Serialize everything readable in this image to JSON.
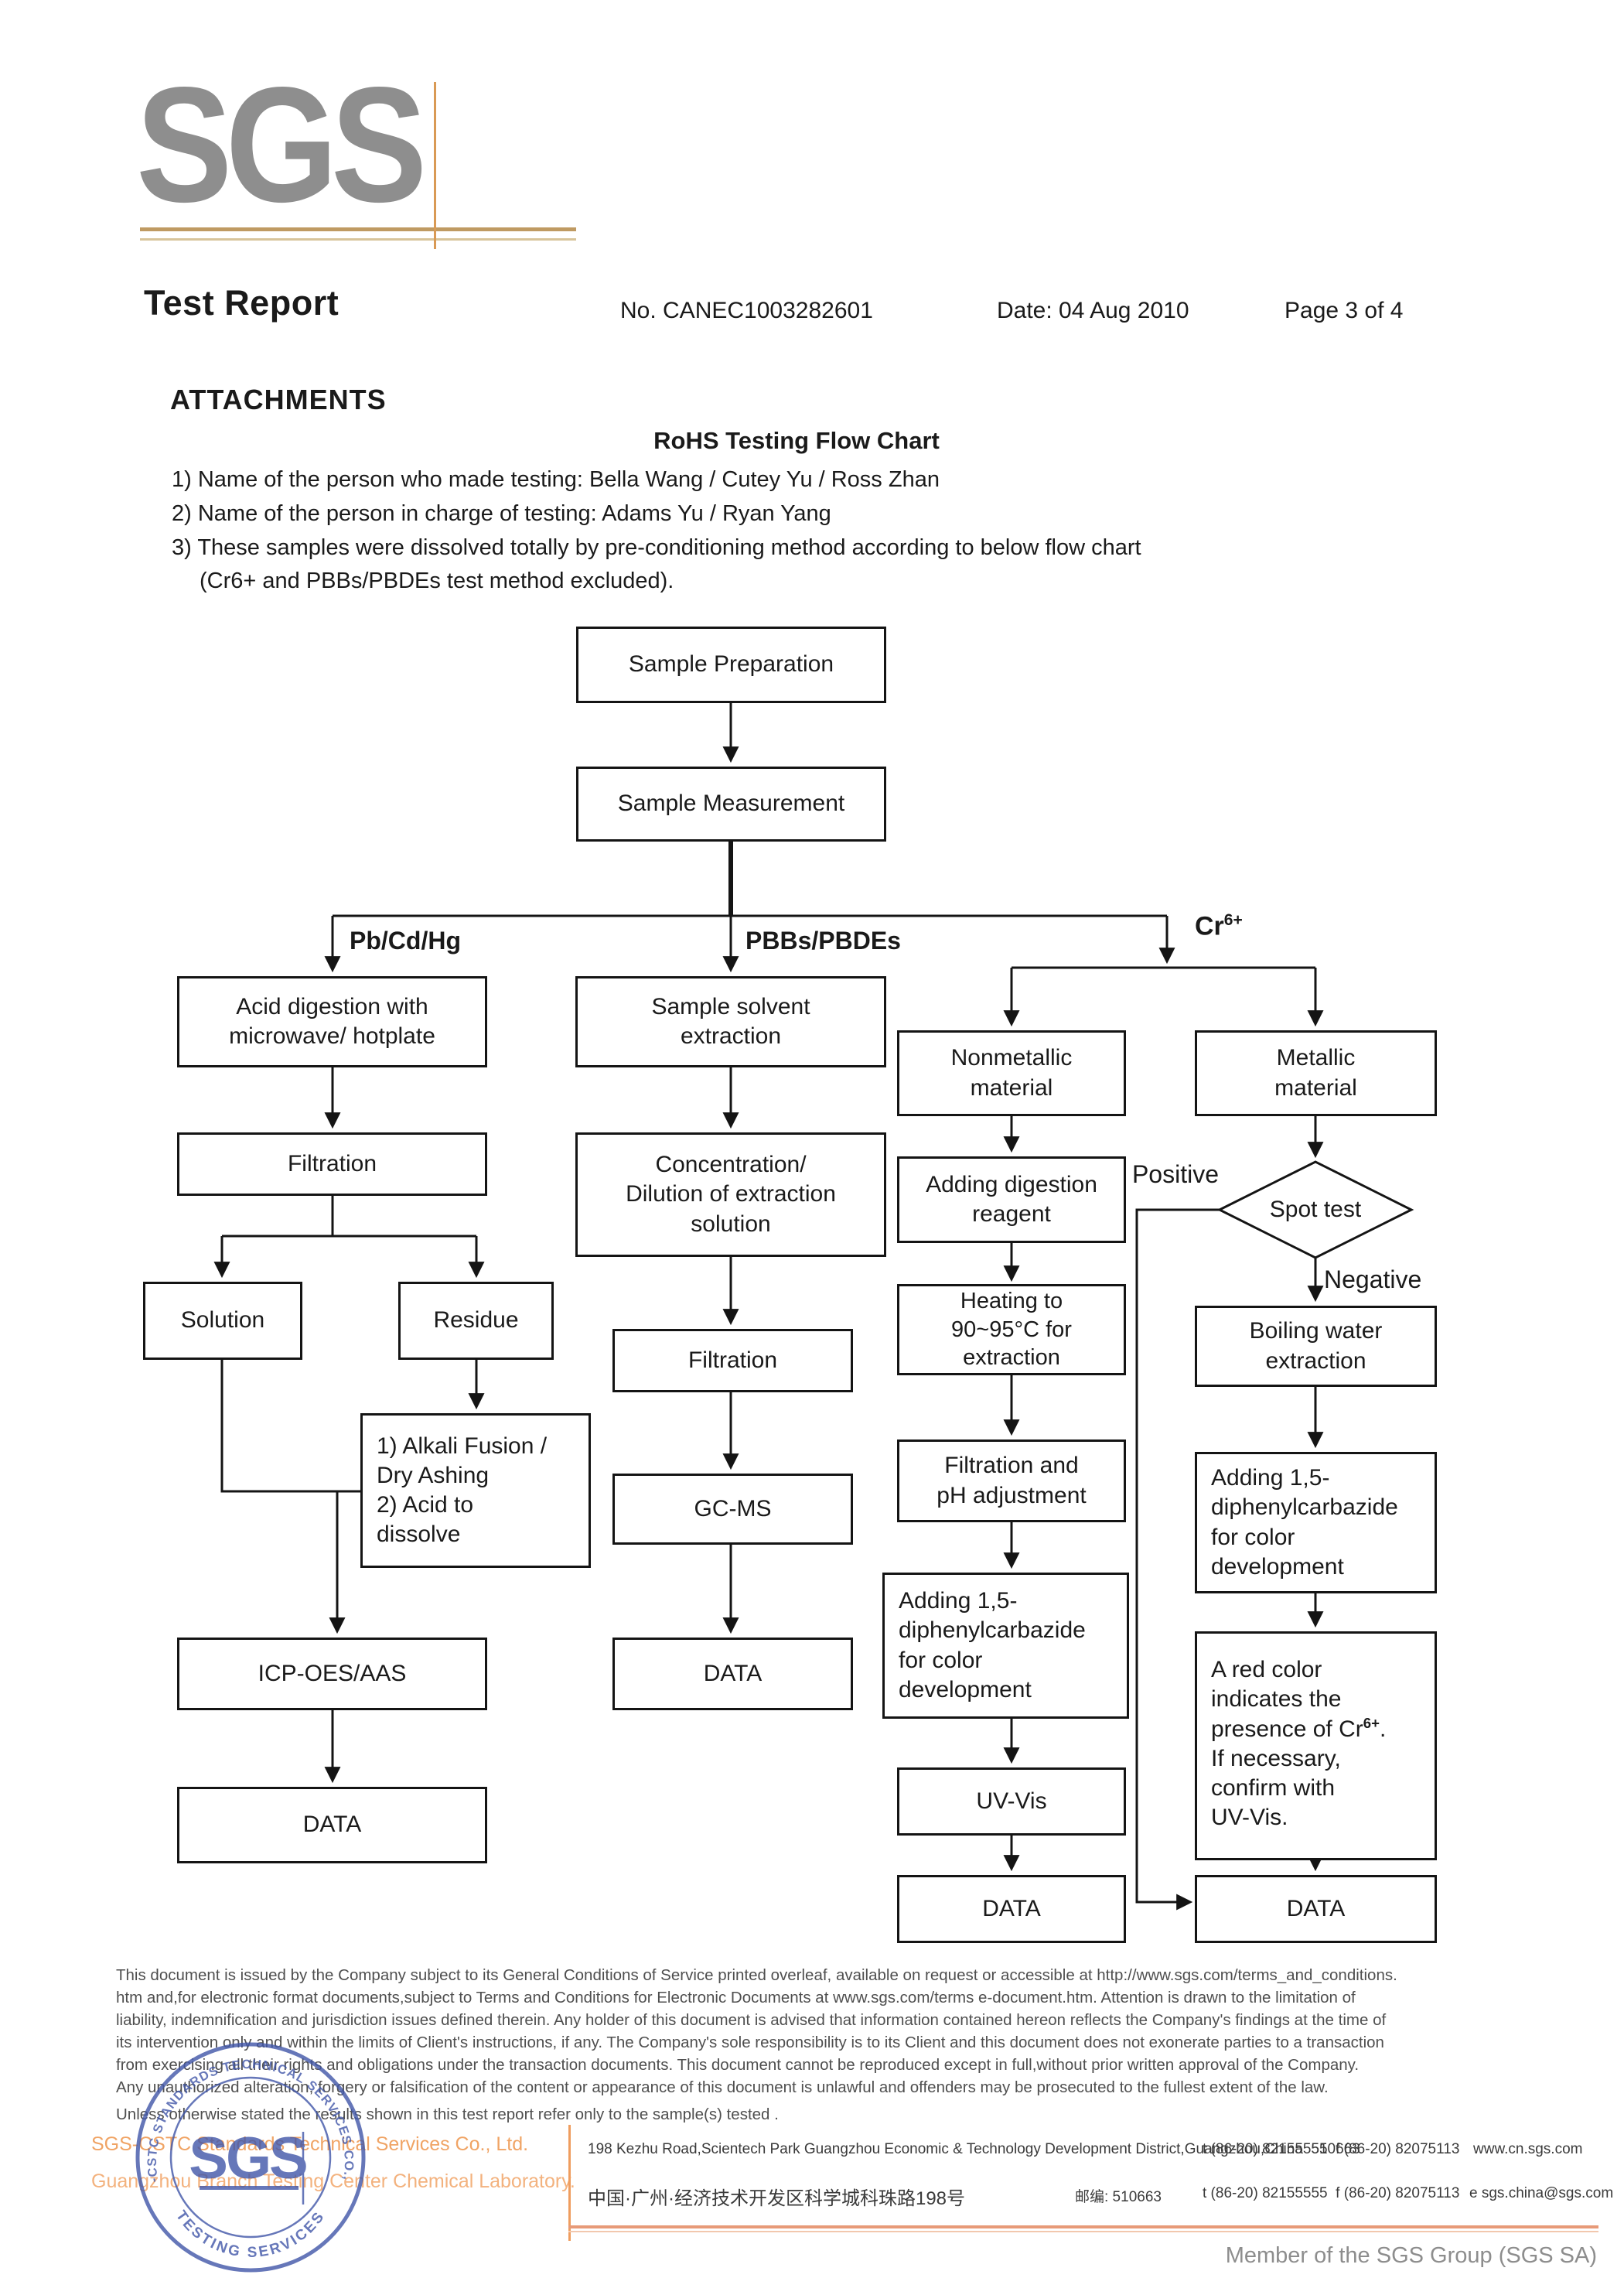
{
  "header": {
    "logo_text": "SGS",
    "title": "Test Report",
    "report_no": "No. CANEC1003282601",
    "date": "Date: 04 Aug 2010",
    "page": "Page 3 of 4"
  },
  "attachments": {
    "heading": "ATTACHMENTS",
    "chart_title": "RoHS Testing Flow Chart",
    "notes": [
      "1) Name of the person who made testing: Bella Wang / Cutey Yu / Ross Zhan",
      "2) Name of the person in charge of testing: Adams Yu / Ryan Yang",
      "3) These samples were dissolved totally by pre-conditioning method according to below flow chart",
      "(Cr6+ and PBBs/PBDEs test method excluded)."
    ]
  },
  "flowchart": {
    "branch_labels": {
      "left": "Pb/Cd/Hg",
      "middle": "PBBs/PBDEs",
      "right_base": "Cr",
      "right_sup": "6+"
    },
    "edge_labels": {
      "positive": "Positive",
      "negative": "Negative"
    },
    "nodes": {
      "sample_preparation": "Sample Preparation",
      "sample_measurement": "Sample Measurement",
      "acid_digestion": "Acid digestion with\nmicrowave/ hotplate",
      "sample_solvent_extraction": "Sample solvent\nextraction",
      "nonmetallic_material": "Nonmetallic\nmaterial",
      "metallic_material": "Metallic\nmaterial",
      "filtration": "Filtration",
      "concentration_dilution": "Concentration/\nDilution of extraction\nsolution",
      "adding_digestion_reagent": "Adding digestion\nreagent",
      "spot_test": "Spot test",
      "solution": "Solution",
      "residue": "Residue",
      "heating_extraction": "Heating to\n90~95°C  for\nextraction",
      "boiling_water_extraction": "Boiling water\nextraction",
      "alkali_fusion": "1) Alkali Fusion /\n    Dry Ashing\n2) Acid to\n    dissolve",
      "filtration_ph_adjustment": "Filtration and\npH adjustment",
      "adding_dpc": "Adding 1,5-\ndiphenylcarbazide\nfor color\ndevelopment",
      "gc_ms": "GC-MS",
      "red_color_prefix": "A red color\nindicates the\npresence of Cr",
      "red_color_sup": "6+",
      "red_color_suffix": ".\nIf necessary,\nconfirm with\nUV-Vis.",
      "icp_oes_aas": "ICP-OES/AAS",
      "uv_vis": "UV-Vis",
      "data": "DATA"
    }
  },
  "footer": {
    "legal_lines": [
      "This document is issued by the Company subject to its General Conditions of Service printed overleaf, available on request or accessible at http://www.sgs.com/terms_and_conditions.",
      "htm and,for electronic format documents,subject to Terms and Conditions for Electronic Documents at www.sgs.com/terms e-document.htm. Attention is drawn to the limitation of",
      "liability, indemnification and jurisdiction issues defined therein. Any holder of this document is advised that information contained hereon reflects the Company's findings at the time of",
      "its intervention only and within the limits of Client's instructions, if any. The Company's sole responsibility is to its Client and this document does not exonerate parties to a transaction",
      "from exercising all their rights and obligations under the transaction documents. This document cannot be reproduced except in full,without prior written approval of the Company.",
      "Any unauthorized alteration, forgery or falsification of the content or appearance of this document is unlawful and offenders may be prosecuted to the fullest extent of the law.",
      "Unless otherwise stated the results shown in this test report refer only to the sample(s) tested ."
    ],
    "company_name": "SGS-CSTC Standards Technical Services Co., Ltd.",
    "company_dept": "Guangzhou Branch Testing Center Chemical Laboratory.",
    "address_en": "198 Kezhu Road,Scientech Park Guangzhou Economic & Technology Development District,Guangzhou,China  510663",
    "contact_en": "t (86-20) 82155555  f (86-20) 82075113",
    "website": "www.cn.sgs.com",
    "address_cn": "中国·广州·经济技术开发区科学城科珠路198号",
    "postal_cn": "邮编: 510663",
    "contact_cn": "t (86-20) 82155555  f (86-20) 82075113",
    "email": "e sgs.china@sgs.com",
    "member": "Member of the SGS Group (SGS SA)",
    "stamp": {
      "center": "SGS",
      "arc_top": "SGS-CSTC STANDARDS TECHNICAL SERVICES CO.,LTD.",
      "arc_bottom": "TESTING SERVICES"
    }
  },
  "colors": {
    "accent_tan": "#bf9a62",
    "accent_salmon": "#e79a78",
    "accent_orange_text": "#f0a465",
    "logo_gray": "#8e8e8e",
    "stamp_blue": "#4056a8",
    "line_black": "#141414"
  }
}
